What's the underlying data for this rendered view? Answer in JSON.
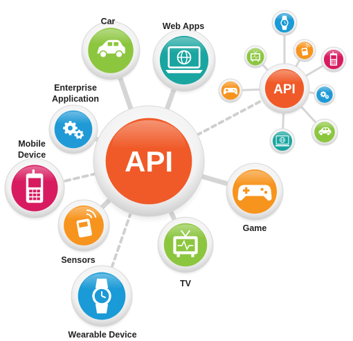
{
  "center": {
    "label": "API",
    "color": "#f05a28"
  },
  "nodes": [
    {
      "id": "car",
      "label": "Car",
      "icon": "car-icon",
      "color": "#8cc63f"
    },
    {
      "id": "web-apps",
      "label": "Web Apps",
      "icon": "monitor-globe-icon",
      "color": "#1aa5a0"
    },
    {
      "id": "enterprise",
      "label_line1": "Enterprise",
      "label_line2": "Application",
      "icon": "gears-icon",
      "color": "#1f9ad6"
    },
    {
      "id": "mobile",
      "label_line1": "Mobile",
      "label_line2": "Device",
      "icon": "mobile-phone-icon",
      "color": "#d81b60"
    },
    {
      "id": "sensors",
      "label": "Sensors",
      "icon": "sensor-icon",
      "color": "#f7941d"
    },
    {
      "id": "wearable",
      "label": "Wearable Device",
      "icon": "watch-icon",
      "color": "#1a9ad6"
    },
    {
      "id": "tv",
      "label": "TV",
      "icon": "tv-icon",
      "color": "#8cc63f"
    },
    {
      "id": "game",
      "label": "Game",
      "icon": "gamepad-icon",
      "color": "#f7941d"
    }
  ],
  "mini": {
    "label": "API",
    "color": "#f05a28",
    "satellites": [
      {
        "icon": "watch-icon",
        "color": "#1a9ad6"
      },
      {
        "icon": "sensor-icon",
        "color": "#f7941d"
      },
      {
        "icon": "mobile-phone-icon",
        "color": "#d81b60"
      },
      {
        "icon": "tv-icon",
        "color": "#8cc63f"
      },
      {
        "icon": "gamepad-icon",
        "color": "#f7941d"
      },
      {
        "icon": "gears-icon",
        "color": "#1f9ad6"
      },
      {
        "icon": "car-icon",
        "color": "#8cc63f"
      },
      {
        "icon": "monitor-globe-icon",
        "color": "#1aa5a0"
      }
    ]
  }
}
